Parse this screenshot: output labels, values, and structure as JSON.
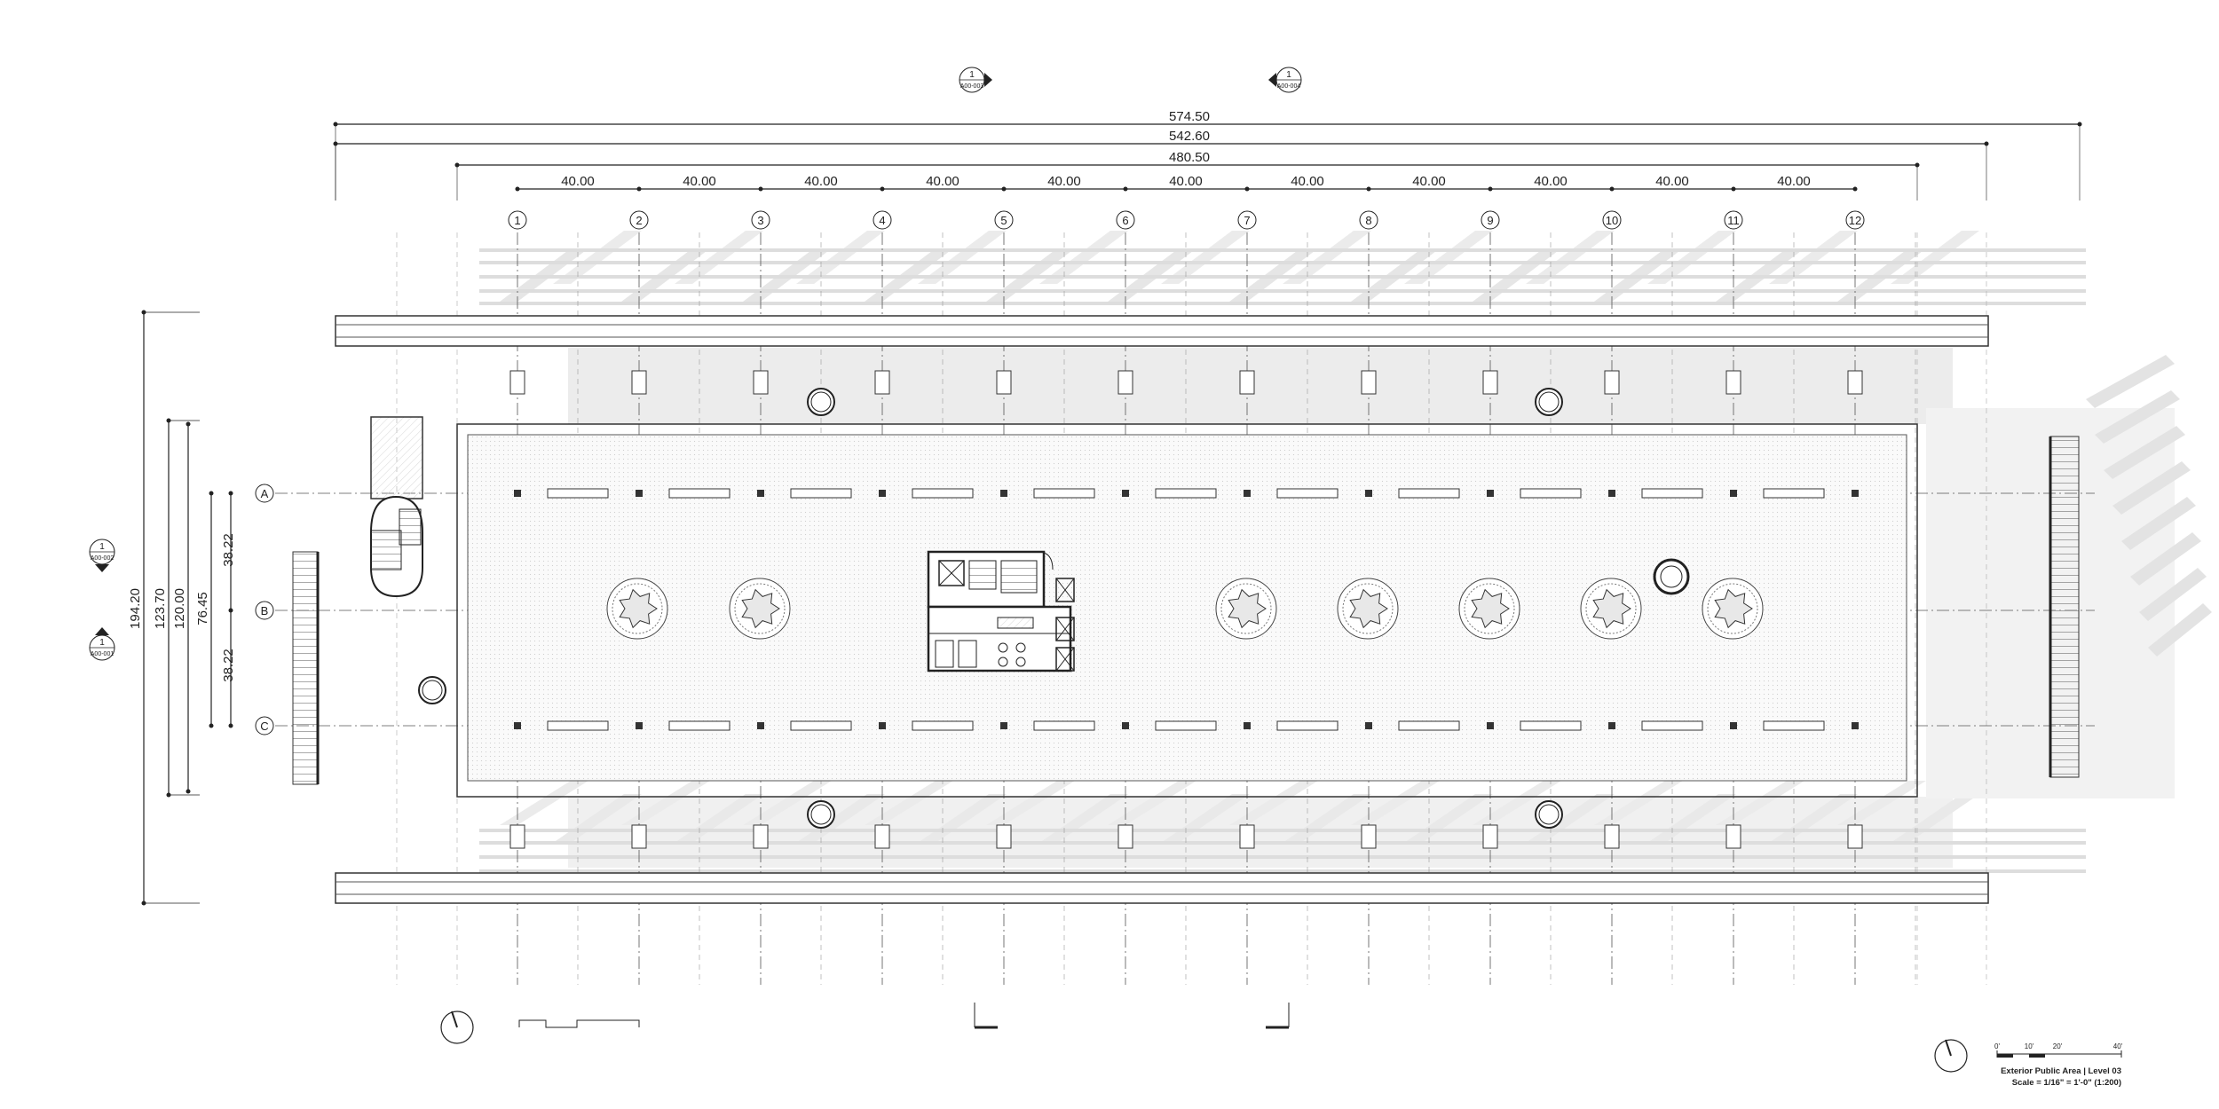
{
  "dimensions": {
    "overall": [
      "574.50",
      "542.60",
      "480.50"
    ],
    "bay": "40.00",
    "vertical": [
      "194.20",
      "123.70",
      "120.00",
      "76.45",
      "38.22",
      "38.22"
    ]
  },
  "grid": {
    "columns": [
      "1",
      "2",
      "3",
      "4",
      "5",
      "6",
      "7",
      "8",
      "9",
      "10",
      "11",
      "12"
    ],
    "rows": [
      "A",
      "B",
      "C"
    ]
  },
  "section_tags": [
    {
      "num": "1",
      "sheet": "A00-003"
    },
    {
      "num": "1",
      "sheet": "A00-004"
    },
    {
      "num": "1",
      "sheet": "A00-002"
    },
    {
      "num": "1",
      "sheet": "A00-001"
    }
  ],
  "title": {
    "name": "Exterior Public Area | Level 03",
    "scale": "Scale = 1/16\" = 1'-0\" (1:200)"
  },
  "scale_bar": {
    "labels": [
      "0'",
      "10'",
      "20'",
      "40'"
    ]
  },
  "colors": {
    "line": "#333333",
    "hatch": "#cfcfcf",
    "shadow": "#e4e4e4"
  }
}
